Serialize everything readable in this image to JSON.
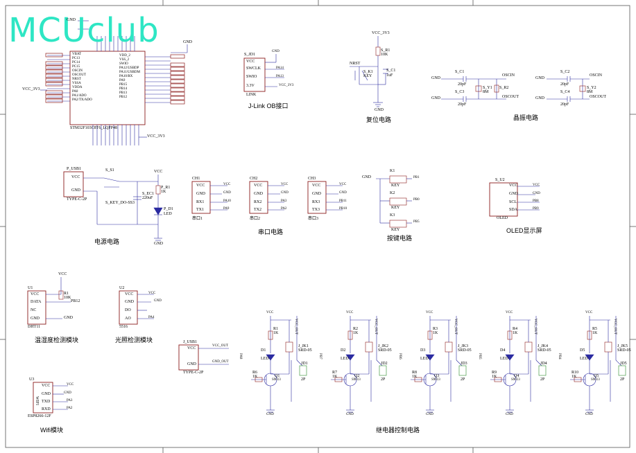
{
  "logo": "MCUclub",
  "sections": {
    "jlink": "J-Link OB接口",
    "reset": "复位电路",
    "crystal": "晶振电路",
    "power": "电源电路",
    "serial": "串口电路",
    "keys": "按键电路",
    "oled": "OLED显示屏",
    "humidity": "温湿度检测模块",
    "light": "光照检测模块",
    "wifi": "Wifi模块",
    "relay": "继电器控制电路"
  },
  "mcu": {
    "name": "STM32F103C8T6_LQFP48",
    "left_pins": [
      "VBAT",
      "PC13",
      "PC14",
      "PC15",
      "OSCIN",
      "OSCOUT",
      "NRST",
      "VSSA",
      "VDDA",
      "PA0",
      "PA1/ADO",
      "PA2/TX/ADO"
    ],
    "right_pins": [
      "VDD_2",
      "VSS_2",
      "SWIO",
      "PA12/USBDP",
      "PA11/USBDM",
      "PA10/RX",
      "PA9",
      "PB15",
      "PB14",
      "PB13",
      "PB12"
    ],
    "vcc": "VCC_3V3",
    "gnd": "GND"
  },
  "jlink_header": {
    "ref": "S_JD1",
    "pins": [
      "VCC",
      "SWCLK",
      "SWIO",
      "3.3V"
    ],
    "foot": "LINK",
    "nets": [
      "GND",
      "PA14",
      "PA13",
      "VCC_3V3"
    ]
  },
  "reset_ckt": {
    "r": "S_R1",
    "r_val": "10K",
    "c": "S_C1",
    "c_val": "1uF",
    "key": "S_K1",
    "key_val": "KEY",
    "net": "NRST",
    "vcc": "VCC_3V3",
    "gnd": "GND"
  },
  "crystal_ckt": {
    "c1": "S_C1",
    "c3": "S_C3",
    "y1": "S_Y1",
    "r1": "S_R2",
    "val1": "20pF",
    "y1_val": "8M",
    "c2": "S_C2",
    "c4": "S_C4",
    "y2": "S_Y2",
    "y2_val": "8M",
    "nets": [
      "OSCIN",
      "OSCOUT",
      "GND"
    ]
  },
  "power_ckt": {
    "usb": "P_USB1",
    "usb_foot": "TYPE-C-2P",
    "sw": "S_S1",
    "sw_foot": "S_KEY_DO-SS3",
    "cap": "S_EC1",
    "cap_val": "220uF",
    "r": "P_R1",
    "r_val": "1K",
    "led": "P_D1",
    "led_val": "LED",
    "vcc": "VCC",
    "gnd": "GND"
  },
  "serial_ckt": {
    "headers": [
      {
        "ref": "CH1",
        "foot": "串口1",
        "pins": [
          "VCC",
          "GND",
          "RX1",
          "TX1"
        ],
        "nets": [
          "VCC",
          "GND",
          "PA10",
          "PA9"
        ]
      },
      {
        "ref": "CH2",
        "foot": "串口2",
        "pins": [
          "VCC",
          "GND",
          "RX2",
          "TX2"
        ],
        "nets": [
          "VCC",
          "GND",
          "PA3",
          "PA2"
        ]
      },
      {
        "ref": "CH3",
        "foot": "串口3",
        "pins": [
          "VCC",
          "GND",
          "RX3",
          "TX3"
        ],
        "nets": [
          "VCC",
          "GND",
          "PB11",
          "PB10"
        ]
      }
    ]
  },
  "keys_ckt": {
    "keys": [
      "K1",
      "K2",
      "K3"
    ],
    "key_val": "KEY",
    "nets": [
      "PB1",
      "PB0",
      "PB5"
    ],
    "gnd": "GND"
  },
  "oled_ckt": {
    "ref": "S_U2",
    "name": "OLED",
    "pins": [
      "VCC",
      "GND",
      "SCL",
      "SDA"
    ],
    "nets": [
      "VCC",
      "GND",
      "PB8",
      "PB9"
    ]
  },
  "humidity_ckt": {
    "ref": "U1",
    "name": "DHT11",
    "pins": [
      "VCC",
      "DATA",
      "NC",
      "GND"
    ],
    "r": "R1",
    "r_val": "10K",
    "net": "PB12",
    "vcc": "VCC",
    "gnd": "GND"
  },
  "light_ckt": {
    "ref": "U2",
    "name": "5516",
    "pins": [
      "VCC",
      "GND",
      "DO",
      "AO"
    ],
    "nets": [
      "VCC",
      "GND",
      "",
      "PA4"
    ]
  },
  "wifi_ckt": {
    "ref": "U3",
    "name": "ESP8266-12F",
    "tag": "WIFI",
    "pins": [
      "VCC",
      "GND",
      "TXD",
      "RXD"
    ],
    "nets": [
      "VCC",
      "GND",
      "PA3",
      "PA2"
    ]
  },
  "cout_ckt": {
    "ref": "J_USB1",
    "foot": "TYPE-C-2P",
    "pins": [
      "VCC",
      "GND"
    ],
    "nets": [
      "VCC_OUT",
      "GND_OUT"
    ]
  },
  "relay_ckt": {
    "channels": [
      {
        "r": "R1",
        "rb": "R6",
        "d": "D1",
        "q": "Q1",
        "k": "J_JK1",
        "p": "JD1",
        "ctrl": "PA8"
      },
      {
        "r": "R2",
        "rb": "R7",
        "d": "D2",
        "q": "Q2",
        "k": "J_JK2",
        "p": "JD2",
        "ctrl": "PB7"
      },
      {
        "r": "R3",
        "rb": "R8",
        "d": "D3",
        "q": "Q3",
        "k": "J_JK3",
        "p": "JD3",
        "ctrl": "PB6"
      },
      {
        "r": "R4",
        "rb": "R9",
        "d": "D4",
        "q": "Q4",
        "k": "J_JK4",
        "p": "JD4",
        "ctrl": "PB5"
      },
      {
        "r": "R5",
        "rb": "R10",
        "d": "D5",
        "q": "Q5",
        "k": "J_JK5",
        "p": "JD5",
        "ctrl": "PB4"
      }
    ],
    "r_val": "1K",
    "led": "LED",
    "transistor": "S9013",
    "relay": "SRD-05",
    "port": "2P",
    "vcc": "VCC",
    "gnd": "GND",
    "out": "VCC_OUT"
  }
}
